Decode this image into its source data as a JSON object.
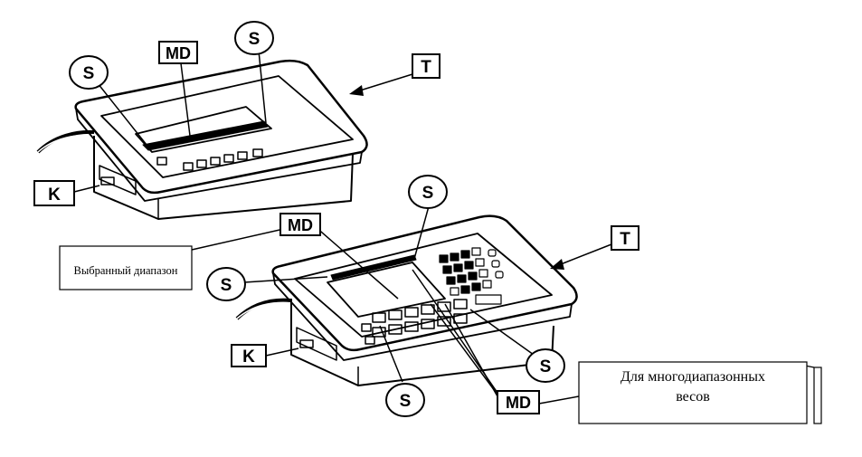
{
  "callouts": {
    "s": "S",
    "md": "MD",
    "t": "T",
    "k": "K"
  },
  "notes": {
    "selected_range": "Выбранный диапазон",
    "multi_range_line1": "Для многодиапазонных",
    "multi_range_line2": "весов"
  }
}
